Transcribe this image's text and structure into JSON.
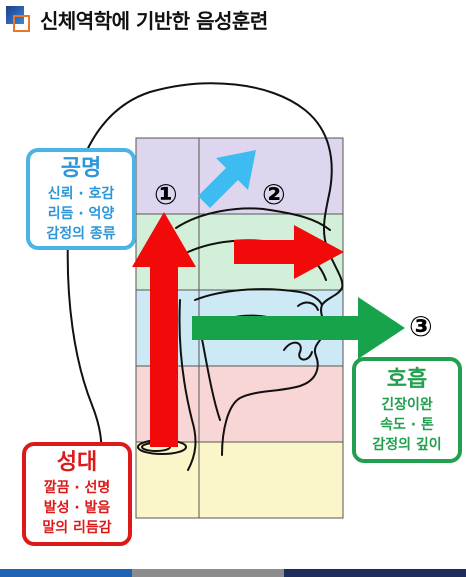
{
  "title": "신체역학에 기반한 음성훈련",
  "resonance": {
    "heading": "공명",
    "lines": [
      "신뢰 · 호감",
      "리듬 · 억양",
      "감정의 종류"
    ]
  },
  "vocal_cords": {
    "heading": "성대",
    "lines": [
      "깔끔 · 선명",
      "발성 · 발음",
      "말의 리듬감"
    ]
  },
  "breathing": {
    "heading": "호흡",
    "lines": [
      "긴장이완",
      "속도 · 톤",
      "감정의 깊이"
    ]
  },
  "markers": {
    "one": "①",
    "two": "②",
    "three": "③"
  },
  "colors": {
    "resonance": "#4ab4e6",
    "vocal": "#dd1a1a",
    "breathing": "#22a04f",
    "band_purple": "#ddd6ee",
    "band_green": "#d2efd9",
    "band_blue": "#cde9f5",
    "band_pink": "#f9d6d6",
    "band_yellow": "#fbf6c9",
    "footer": [
      "#1e63b4",
      "#8c8c8c",
      "#1e2d5a"
    ]
  },
  "icons": [
    "title-square-icon",
    "up-arrow-icon",
    "right-arrow-icon",
    "diagonal-arrow-icon",
    "head-profile-icon"
  ]
}
